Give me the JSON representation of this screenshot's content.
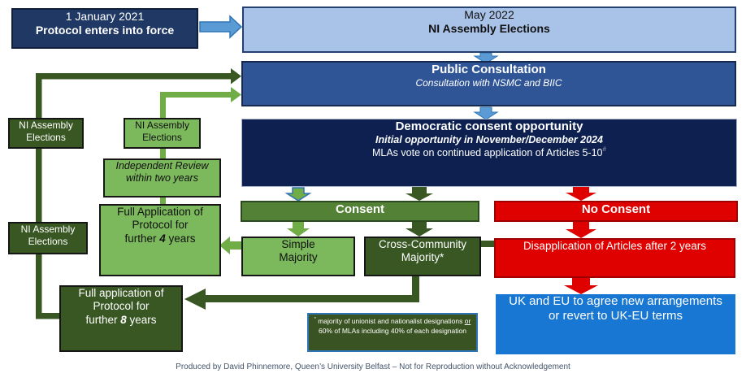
{
  "colors": {
    "navy_dark": "#1F3864",
    "navy_deep": "#0D2050",
    "blue_medium": "#2F5597",
    "blue_light_fill": "#A9C2E8",
    "blue_arrow": "#5B9BD5",
    "blue_bright": "#1877D2",
    "green_dark": "#385723",
    "green_mid": "#538135",
    "green_light": "#7CB95C",
    "green_line": "#70AD47",
    "red": "#DF0000",
    "caption_text": "#44546A"
  },
  "boxes": {
    "protocol_force": {
      "line1": "1 January 2021",
      "line2": "Protocol enters into force"
    },
    "may_2022": {
      "line1": "May 2022",
      "line2": "NI Assembly Elections"
    },
    "public_consultation": {
      "title": "Public Consultation",
      "subtitle": "Consultation with NSMC and BIIC"
    },
    "democratic_consent": {
      "title": "Democratic consent opportunity",
      "subtitle": "Initial opportunity in November/December 2024",
      "line3": "MLAs vote on continued application of Articles 5-10",
      "footnote_mark": "#"
    },
    "consent": {
      "label": "Consent"
    },
    "no_consent": {
      "label": "No Consent"
    },
    "simple_majority": {
      "line1": "Simple",
      "line2": "Majority"
    },
    "cross_community": {
      "line1": "Cross-Community",
      "line2": "Majority*"
    },
    "disapplication": {
      "label": "Disapplication of Articles after 2 years"
    },
    "uk_eu": {
      "line1": "UK and EU to agree new arrangements",
      "line2": "or revert to UK-EU terms"
    },
    "ni_dark_top": {
      "line1": "NI Assembly",
      "line2": "Elections"
    },
    "ni_dark_bottom": {
      "line1": "NI Assembly",
      "line2": "Elections"
    },
    "ni_light": {
      "line1": "NI Assembly",
      "line2": "Elections"
    },
    "independent_review": {
      "line1": "Independent Review",
      "line2": "within two years"
    },
    "four_years": {
      "line1": "Full Application of",
      "line2": "Protocol for",
      "line3_pre": "further ",
      "line3_num": "4",
      "line3_post": " years"
    },
    "eight_years": {
      "line1": "Full application of",
      "line2": "Protocol for",
      "line3_pre": "further ",
      "line3_num": "8",
      "line3_post": " years"
    },
    "footnote": {
      "mark": "*",
      "before_or": " majority of unionist and nationalist designations ",
      "or_word": "or",
      "after_or": " 60% of MLAs including 40% of each designation"
    }
  },
  "caption": "Produced by David Phinnemore, Queen’s University Belfast – Not for Reproduction without Acknowledgement"
}
